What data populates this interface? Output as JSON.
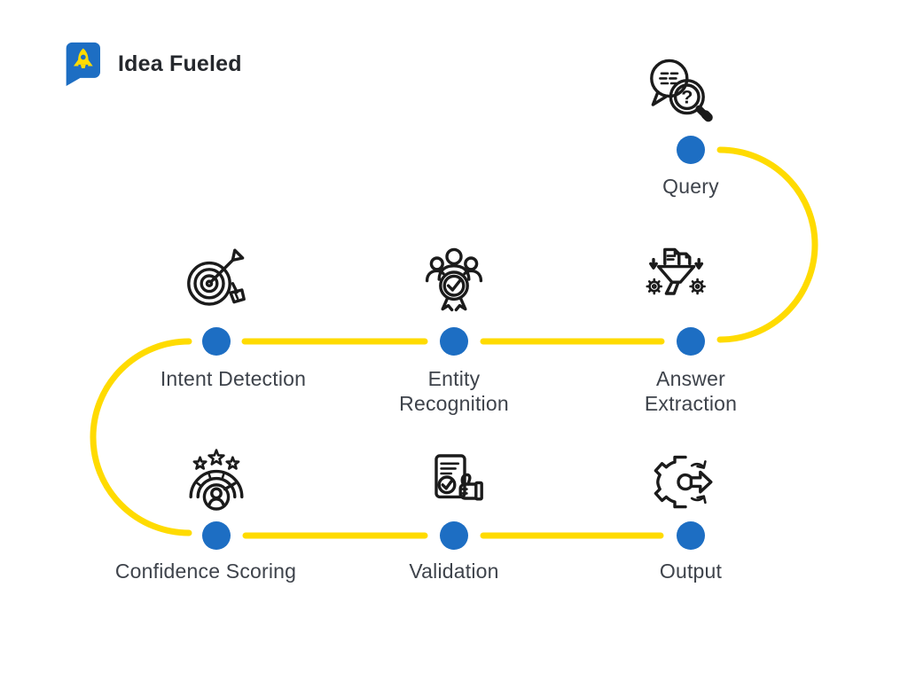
{
  "brand": {
    "name": "Idea Fueled",
    "logo_icon": "rocket-in-speech-bubble-icon",
    "colors": {
      "bubble_blue": "#1d6ec3",
      "rocket_yellow": "#ffdb00"
    }
  },
  "diagram": {
    "type": "process-flow",
    "colors": {
      "node_dot": "#1d6ec3",
      "path_yellow": "#ffdb00",
      "label_text": "#3e434b",
      "icon_stroke": "#1b1b1b",
      "background": "#ffffff"
    },
    "steps": [
      {
        "id": "query",
        "label": "Query",
        "icon": "speech-bubble-magnifier-question-icon"
      },
      {
        "id": "answer-extraction",
        "label": "Answer Extraction",
        "icon": "documents-funnel-gears-icon"
      },
      {
        "id": "entity-recognition",
        "label": "Entity Recognition",
        "icon": "people-group-badge-check-icon"
      },
      {
        "id": "intent-detection",
        "label": "Intent Detection",
        "icon": "target-dart-broom-icon"
      },
      {
        "id": "confidence-scoring",
        "label": "Confidence Scoring",
        "icon": "gauge-person-stars-icon"
      },
      {
        "id": "validation",
        "label": "Validation",
        "icon": "document-check-thumbs-up-icon"
      },
      {
        "id": "output",
        "label": "Output",
        "icon": "gear-arrow-refresh-icon"
      }
    ],
    "icons": {
      "query_question_glyph": "?"
    }
  }
}
